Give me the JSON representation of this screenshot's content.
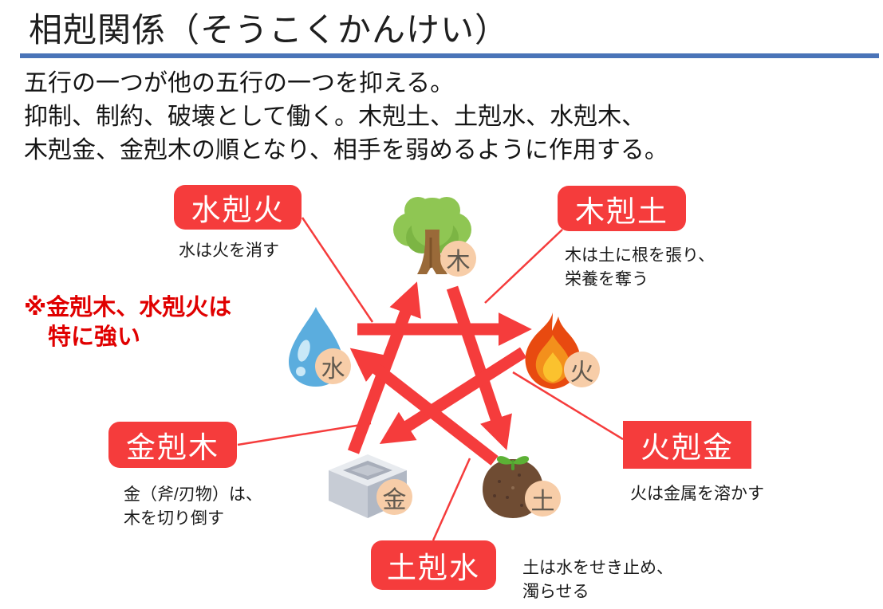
{
  "slide_title": "相剋関係（そうこくかんけい）",
  "intro": {
    "line1": "五行の一つが他の五行の一つを抑える。",
    "line2": "抑制、制約、破壊として働く。木剋土、土剋水、水剋木、",
    "line3": "木剋金、金剋木の順となり、相手を弱めるように作用する。"
  },
  "note": {
    "line1": "※金剋木、水剋火は",
    "line2": "特に強い"
  },
  "diagram": {
    "elements": [
      {
        "id": "wood",
        "kanji": "木"
      },
      {
        "id": "fire",
        "kanji": "火"
      },
      {
        "id": "earth",
        "kanji": "土"
      },
      {
        "id": "metal",
        "kanji": "金"
      },
      {
        "id": "water",
        "kanji": "水"
      }
    ],
    "relations": [
      {
        "id": "water-overcomes-fire",
        "label": "水剋火",
        "desc": [
          "水は火を消す"
        ]
      },
      {
        "id": "wood-overcomes-earth",
        "label": "木剋土",
        "desc": [
          "木は土に根を張り、",
          "栄養を奪う"
        ]
      },
      {
        "id": "metal-overcomes-wood",
        "label": "金剋木",
        "desc": [
          "金（斧/刃物）は、",
          "木を切り倒す"
        ]
      },
      {
        "id": "fire-overcomes-metal",
        "label": "火剋金",
        "desc": [
          "火は金属を溶かす"
        ]
      },
      {
        "id": "earth-overcomes-water",
        "label": "土剋水",
        "desc": [
          "土は水をせき止め、",
          "濁らせる"
        ]
      }
    ]
  },
  "colors": {
    "accent_red": "#f53c3c",
    "note_red": "#e00000",
    "rule_blue": "#4a74b8",
    "badge_peach": "#f7cda8"
  }
}
